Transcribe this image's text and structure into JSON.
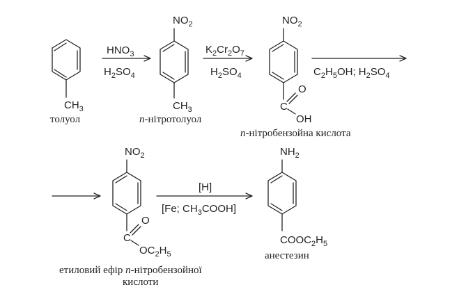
{
  "compounds": {
    "toluene": {
      "substituent_bottom": "CH3",
      "caption": "толуол"
    },
    "p_nitrotoluene": {
      "substituent_top": "NO2",
      "substituent_bottom": "CH3",
      "caption_prefix": "n",
      "caption": "-нітротолуол"
    },
    "p_nitrobenzoic_acid": {
      "substituent_top": "NO2",
      "oxygen": "O",
      "hydroxyl": "OH",
      "caption_prefix": "n",
      "caption": "-нітробензойна кислота"
    },
    "ester": {
      "substituent_top": "NO2",
      "oxygen": "O",
      "alkoxy": "OC2H5",
      "caption_line1_a": "етиловий ефір ",
      "caption_prefix": "n",
      "caption_line1_b": "-нітробензойної",
      "caption_line2": "кислоти"
    },
    "anesthesin": {
      "substituent_top": "NH2",
      "substituent_bottom": "COOC2H5",
      "caption": "анестезин"
    }
  },
  "reagents": {
    "step1": {
      "above": "HNO3",
      "below": "H2SO4"
    },
    "step2": {
      "above": "K2Cr2O7",
      "below": "H2SO4"
    },
    "step3": {
      "below": "C2H5OH; H2SO4"
    },
    "step5": {
      "above": "[H]",
      "below": "[Fe; CH3COOH]"
    }
  }
}
